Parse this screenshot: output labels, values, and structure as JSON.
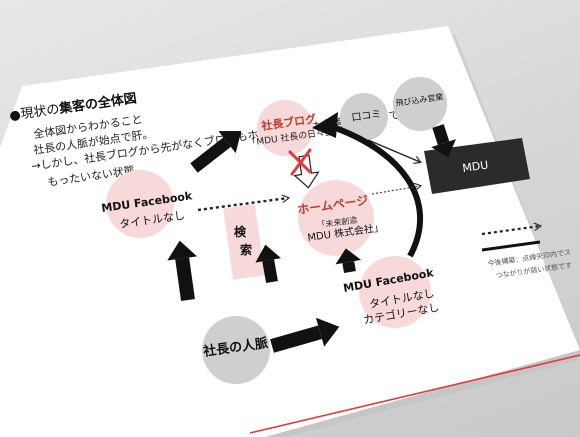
{
  "header": {
    "title_prefix": "●現状の",
    "title_bold": "集客の全体図"
  },
  "intro": {
    "lines": [
      "全体図からわかること",
      "社長の人脈が始点で肝。",
      "→しかし、社長ブログから先がなくブログもホームページも集客に活かせていない。",
      "もったいない状態。"
    ]
  },
  "nodes": {
    "blog_title": "社長ブログ",
    "blog_sub": "「MDU 社長の日々」",
    "kuchikomi": "口コミ",
    "tobikomi": "飛び込み営業",
    "mdu_box": "MDU",
    "fb1_title": "MDU Facebook",
    "fb1_sub": "タイトルなし",
    "homepage_title": "ホームページ",
    "homepage_sub1": "「未来創造",
    "homepage_sub2": "MDU 株式会社」",
    "kensaku_1": "検",
    "kensaku_2": "索",
    "network": "社長の人脈",
    "fb2_title": "MDU Facebook",
    "fb2_sub1": "タイトルなし",
    "fb2_sub2": "カテゴリーなし"
  },
  "legend": {
    "line1": "今後構築：点線矢印内でス",
    "line2": "つながりが弱い状態です"
  }
}
